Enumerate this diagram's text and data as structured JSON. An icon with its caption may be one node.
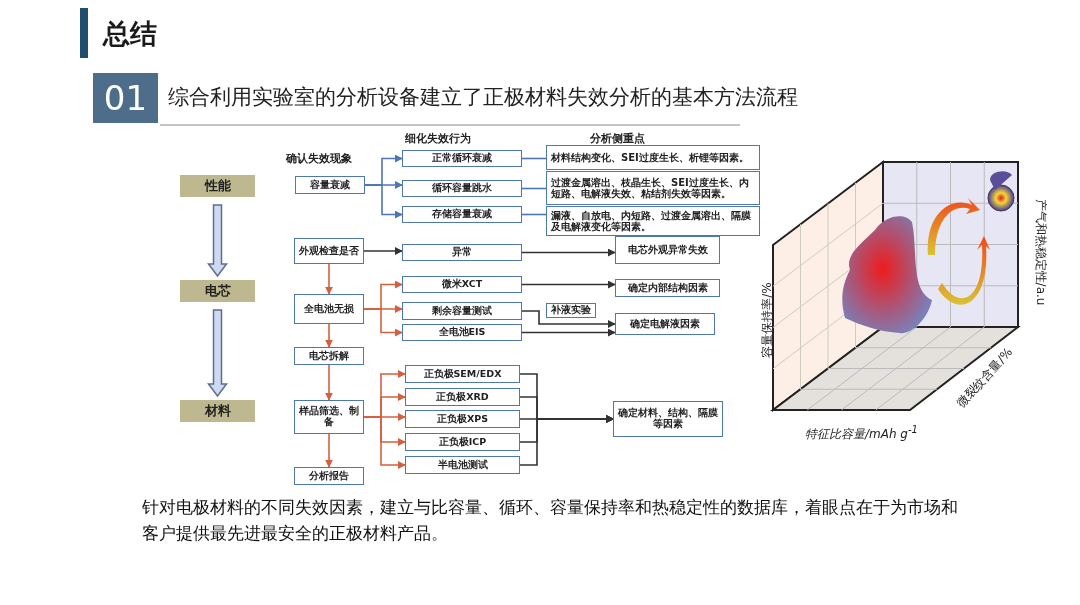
{
  "diagram": {
    "title": "总结",
    "caption": "针对电极材料的不同失效因素，建立与比容量、循环、容量保持率和热稳定性的数据库，着眼点在于为市场和客户提供最先进最安全的正极材料产品。",
    "nodes": [
      {
        "text": [
          "性能"
        ]
      },
      {
        "text": [
          "电芯"
        ]
      },
      {
        "text": [
          "材料"
        ]
      },
      {
        "text": [
          "容量衰减"
        ]
      },
      {
        "text": [
          "正常循环衰减"
        ]
      },
      {
        "text": [
          "循环容量跳水"
        ]
      },
      {
        "text": [
          "存储容量衰减"
        ]
      },
      {
        "text": [
          "材料结构变化、SEI过度生长、析锂等因素。"
        ]
      },
      {
        "text": [
          "过渡金属溶出、枝晶生长、SEI过度生长、内短路、电解液失效、粘结剂失效等因素。"
        ]
      },
      {
        "text": [
          "漏液、自放电、内短路、过渡金属溶出、隔膜及电解液变化等因素。"
        ]
      },
      {
        "text": [
          "外观检查是否"
        ]
      },
      {
        "text": [
          "异常"
        ]
      },
      {
        "text": [
          "电芯外观异常失效"
        ]
      },
      {
        "text": [
          "全电池无损"
        ]
      },
      {
        "text": [
          "微米XCT"
        ]
      },
      {
        "text": [
          "剩余容量测试"
        ]
      },
      {
        "text": [
          "全电池EIS"
        ]
      },
      {
        "text": [
          "补液实验"
        ]
      },
      {
        "text": [
          "确定内部结构因素"
        ]
      },
      {
        "text": [
          "确定电解液因素"
        ]
      },
      {
        "text": [
          "电芯拆解"
        ]
      },
      {
        "text": [
          "样品筛选、制备"
        ]
      },
      {
        "text": [
          "正负极SEM/EDX"
        ]
      },
      {
        "text": [
          "正负极XRD"
        ]
      },
      {
        "text": [
          "正负极XPS"
        ]
      },
      {
        "text": [
          "正负极ICP"
        ]
      },
      {
        "text": [
          "半电池测试"
        ]
      },
      {
        "text": [
          "确定材料、结构、隔膜等因素"
        ]
      },
      {
        "text": [
          "分析报告"
        ]
      }
    ],
    "edges": [
      {
        "from": 0,
        "to": 1,
        "arrow": "to",
        "style": "thick",
        "color": "#5b6e94"
      },
      {
        "from": 1,
        "to": 2,
        "arrow": "to",
        "style": "thick",
        "color": "#5b6e94"
      },
      {
        "from": 3,
        "to": 4,
        "arrow": "to",
        "color": "#4f76b0"
      },
      {
        "from": 3,
        "to": 5,
        "arrow": "to",
        "color": "#4f76b0"
      },
      {
        "from": 3,
        "to": 6,
        "arrow": "to",
        "color": "#4f76b0"
      },
      {
        "from": 4,
        "to": 7,
        "arrow": "none",
        "color": "#4f76b0"
      },
      {
        "from": 5,
        "to": 8,
        "arrow": "none",
        "color": "#4f76b0"
      },
      {
        "from": 6,
        "to": 9,
        "arrow": "none",
        "color": "#4f76b0"
      },
      {
        "from": 10,
        "to": 11,
        "arrow": "to",
        "color": "#333333"
      },
      {
        "from": 11,
        "to": 12,
        "arrow": "to",
        "color": "#333333"
      },
      {
        "from": 10,
        "to": 13,
        "arrow": "to"
      },
      {
        "from": 13,
        "to": 14,
        "arrow": "to"
      },
      {
        "from": 13,
        "to": 15,
        "arrow": "to"
      },
      {
        "from": 13,
        "to": 16,
        "arrow": "to"
      },
      {
        "from": 14,
        "to": 18,
        "arrow": "to",
        "color": "#333333"
      },
      {
        "from": 15,
        "to": 19,
        "arrow": "to",
        "color": "#333333"
      },
      {
        "from": 16,
        "to": 19,
        "arrow": "to",
        "color": "#333333"
      },
      {
        "from": 13,
        "to": 20,
        "arrow": "to"
      },
      {
        "from": 20,
        "to": 21,
        "arrow": "to"
      },
      {
        "from": 21,
        "to": 22,
        "arrow": "to"
      },
      {
        "from": 21,
        "to": 23,
        "arrow": "to"
      },
      {
        "from": 21,
        "to": 24,
        "arrow": "to"
      },
      {
        "from": 21,
        "to": 25,
        "arrow": "to"
      },
      {
        "from": 21,
        "to": 26,
        "arrow": "to"
      },
      {
        "from": 22,
        "to": 27,
        "arrow": "to",
        "color": "#333333"
      },
      {
        "from": 23,
        "to": 27,
        "arrow": "to",
        "color": "#333333"
      },
      {
        "from": 24,
        "to": 27,
        "arrow": "to",
        "color": "#333333"
      },
      {
        "from": 25,
        "to": 27,
        "arrow": "to",
        "color": "#333333"
      },
      {
        "from": 26,
        "to": 27,
        "arrow": "to",
        "color": "#333333"
      },
      {
        "from": 21,
        "to": 28,
        "arrow": "to"
      }
    ],
    "labels": [
      "01",
      "综合利用实验室的分析设备建立了正极材料失效分析的基本方法流程",
      "确认失效现象",
      "细化失效行为",
      "分析侧重点",
      "容量保持率/%",
      "产气和热稳定性/a.u",
      "微裂纹含量/%",
      "特征比容量/mAh g$^{-1}$"
    ]
  }
}
